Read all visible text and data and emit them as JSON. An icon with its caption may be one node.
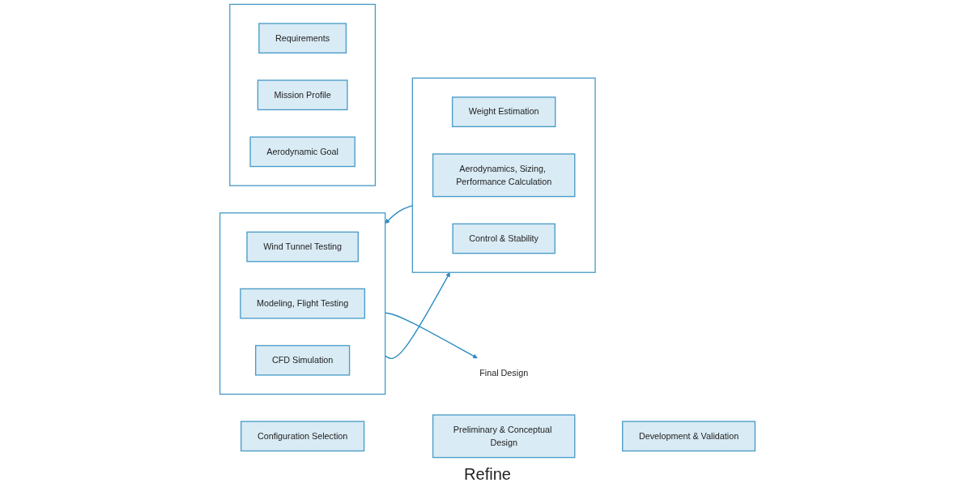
{
  "diagram": {
    "nodes": [
      {
        "text": [
          "Configuration Selection"
        ]
      },
      {
        "text": [
          "Preliminary & Conceptual Design"
        ]
      },
      {
        "text": [
          "Development & Validation"
        ]
      },
      {
        "text": [],
        "shape": "box"
      },
      {
        "text": [
          "Requirements"
        ],
        "in": 3
      },
      {
        "text": [
          "Mission Profile"
        ],
        "in": 3
      },
      {
        "text": [
          "Aerodynamic Goal"
        ],
        "in": 3
      },
      {
        "text": [],
        "shape": "box"
      },
      {
        "text": [
          "Weight Estimation"
        ],
        "in": 7
      },
      {
        "text": [
          "Aerodynamics, Sizing, Performance Calculation"
        ],
        "in": 7
      },
      {
        "text": [
          "Control & Stability"
        ],
        "in": 7
      },
      {
        "text": [],
        "shape": "box"
      },
      {
        "text": [
          "Wind Tunnel Testing"
        ],
        "in": 11
      },
      {
        "text": [
          "Modeling, Flight Testing"
        ],
        "in": 11
      },
      {
        "text": [
          "CFD Simulation"
        ],
        "in": 11
      },
      {
        "text": [
          "Final Design"
        ]
      }
    ],
    "edges": [
      {
        "from": 7,
        "to": 11,
        "arrow": "to"
      },
      {
        "from": 11,
        "to": 7,
        "arrow": "to"
      },
      {
        "from": 11,
        "to": 15,
        "arrow": "to"
      }
    ],
    "labels": [
      "Refine"
    ]
  }
}
